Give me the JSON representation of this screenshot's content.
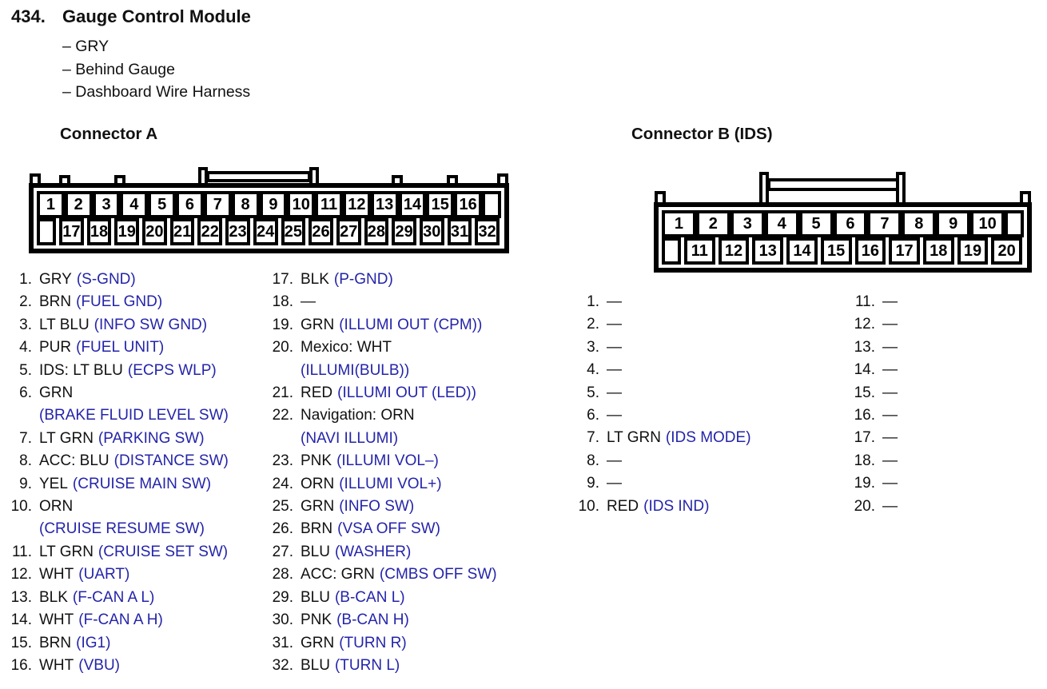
{
  "header": {
    "number": "434.",
    "title": "Gauge Control Module",
    "bullets": [
      "– GRY",
      "– Behind Gauge",
      "– Dashboard Wire Harness"
    ]
  },
  "colors": {
    "function_text_blue": "#2424aa",
    "body_text_black": "#111111"
  },
  "connector_a": {
    "heading": "Connector A",
    "row1_pins": [
      "1",
      "2",
      "3",
      "4",
      "5",
      "6",
      "7",
      "8",
      "9",
      "10",
      "11",
      "12",
      "13",
      "14",
      "15",
      "16"
    ],
    "row2_pins": [
      "17",
      "18",
      "19",
      "20",
      "21",
      "22",
      "23",
      "24",
      "25",
      "26",
      "27",
      "28",
      "29",
      "30",
      "31",
      "32"
    ],
    "list_col1": [
      {
        "num": "1.",
        "pre": "GRY",
        "fn": "(S-GND)",
        "wrap": false
      },
      {
        "num": "2.",
        "pre": "BRN",
        "fn": "(FUEL GND)",
        "wrap": false
      },
      {
        "num": "3.",
        "pre": "LT BLU",
        "fn": "(INFO SW GND)",
        "wrap": false
      },
      {
        "num": "4.",
        "pre": "PUR",
        "fn": "(FUEL UNIT)",
        "wrap": false
      },
      {
        "num": "5.",
        "pre": "IDS: LT BLU",
        "fn": "(ECPS WLP)",
        "wrap": false
      },
      {
        "num": "6.",
        "pre": "GRN",
        "fn": "(BRAKE FLUID LEVEL SW)",
        "wrap": true
      },
      {
        "num": "7.",
        "pre": "LT GRN",
        "fn": "(PARKING SW)",
        "wrap": false
      },
      {
        "num": "8.",
        "pre": "ACC: BLU",
        "fn": "(DISTANCE SW)",
        "wrap": false
      },
      {
        "num": "9.",
        "pre": "YEL",
        "fn": "(CRUISE MAIN SW)",
        "wrap": false
      },
      {
        "num": "10.",
        "pre": "ORN",
        "fn": "(CRUISE RESUME SW)",
        "wrap": true
      },
      {
        "num": "11.",
        "pre": "LT GRN",
        "fn": "(CRUISE SET SW)",
        "wrap": false
      },
      {
        "num": "12.",
        "pre": "WHT",
        "fn": "(UART)",
        "wrap": false
      },
      {
        "num": "13.",
        "pre": "BLK",
        "fn": "(F-CAN A L)",
        "wrap": false
      },
      {
        "num": "14.",
        "pre": "WHT",
        "fn": "(F-CAN A H)",
        "wrap": false
      },
      {
        "num": "15.",
        "pre": "BRN",
        "fn": "(IG1)",
        "wrap": false
      },
      {
        "num": "16.",
        "pre": "WHT",
        "fn": "(VBU)",
        "wrap": false
      }
    ],
    "list_col2": [
      {
        "num": "17.",
        "pre": "BLK",
        "fn": "(P-GND)",
        "wrap": false
      },
      {
        "num": "18.",
        "pre": "—",
        "fn": "",
        "wrap": false
      },
      {
        "num": "19.",
        "pre": "GRN",
        "fn": "(ILLUMI OUT (CPM))",
        "wrap": false
      },
      {
        "num": "20.",
        "pre": "Mexico: WHT",
        "fn": "(ILLUMI(BULB))",
        "wrap": true
      },
      {
        "num": "21.",
        "pre": "RED",
        "fn": "(ILLUMI OUT (LED))",
        "wrap": false
      },
      {
        "num": "22.",
        "pre": "Navigation: ORN",
        "fn": "(NAVI ILLUMI)",
        "wrap": true
      },
      {
        "num": "23.",
        "pre": "PNK",
        "fn": "(ILLUMI VOL–)",
        "wrap": false
      },
      {
        "num": "24.",
        "pre": "ORN",
        "fn": "(ILLUMI VOL+)",
        "wrap": false
      },
      {
        "num": "25.",
        "pre": "GRN",
        "fn": "(INFO SW)",
        "wrap": false
      },
      {
        "num": "26.",
        "pre": "BRN",
        "fn": "(VSA OFF SW)",
        "wrap": false
      },
      {
        "num": "27.",
        "pre": "BLU",
        "fn": "(WASHER)",
        "wrap": false
      },
      {
        "num": "28.",
        "pre": "ACC: GRN",
        "fn": "(CMBS OFF SW)",
        "wrap": false
      },
      {
        "num": "29.",
        "pre": "BLU",
        "fn": "(B-CAN L)",
        "wrap": false
      },
      {
        "num": "30.",
        "pre": "PNK",
        "fn": "(B-CAN H)",
        "wrap": false
      },
      {
        "num": "31.",
        "pre": "GRN",
        "fn": "(TURN R)",
        "wrap": false
      },
      {
        "num": "32.",
        "pre": "BLU",
        "fn": "(TURN L)",
        "wrap": false
      }
    ]
  },
  "connector_b": {
    "heading": "Connector B (IDS)",
    "row1_pins": [
      "1",
      "2",
      "3",
      "4",
      "5",
      "6",
      "7",
      "8",
      "9",
      "10"
    ],
    "row2_pins": [
      "11",
      "12",
      "13",
      "14",
      "15",
      "16",
      "17",
      "18",
      "19",
      "20"
    ],
    "list_col1": [
      {
        "num": "1.",
        "pre": "—",
        "fn": "",
        "wrap": false
      },
      {
        "num": "2.",
        "pre": "—",
        "fn": "",
        "wrap": false
      },
      {
        "num": "3.",
        "pre": "—",
        "fn": "",
        "wrap": false
      },
      {
        "num": "4.",
        "pre": "—",
        "fn": "",
        "wrap": false
      },
      {
        "num": "5.",
        "pre": "—",
        "fn": "",
        "wrap": false
      },
      {
        "num": "6.",
        "pre": "—",
        "fn": "",
        "wrap": false
      },
      {
        "num": "7.",
        "pre": "LT GRN",
        "fn": "(IDS MODE)",
        "wrap": false
      },
      {
        "num": "8.",
        "pre": "—",
        "fn": "",
        "wrap": false
      },
      {
        "num": "9.",
        "pre": "—",
        "fn": "",
        "wrap": false
      },
      {
        "num": "10.",
        "pre": "RED",
        "fn": "(IDS IND)",
        "wrap": false
      }
    ],
    "list_col2": [
      {
        "num": "11.",
        "pre": "—",
        "fn": "",
        "wrap": false
      },
      {
        "num": "12.",
        "pre": "—",
        "fn": "",
        "wrap": false
      },
      {
        "num": "13.",
        "pre": "—",
        "fn": "",
        "wrap": false
      },
      {
        "num": "14.",
        "pre": "—",
        "fn": "",
        "wrap": false
      },
      {
        "num": "15.",
        "pre": "—",
        "fn": "",
        "wrap": false
      },
      {
        "num": "16.",
        "pre": "—",
        "fn": "",
        "wrap": false
      },
      {
        "num": "17.",
        "pre": "—",
        "fn": "",
        "wrap": false
      },
      {
        "num": "18.",
        "pre": "—",
        "fn": "",
        "wrap": false
      },
      {
        "num": "19.",
        "pre": "—",
        "fn": "",
        "wrap": false
      },
      {
        "num": "20.",
        "pre": "—",
        "fn": "",
        "wrap": false
      }
    ]
  }
}
